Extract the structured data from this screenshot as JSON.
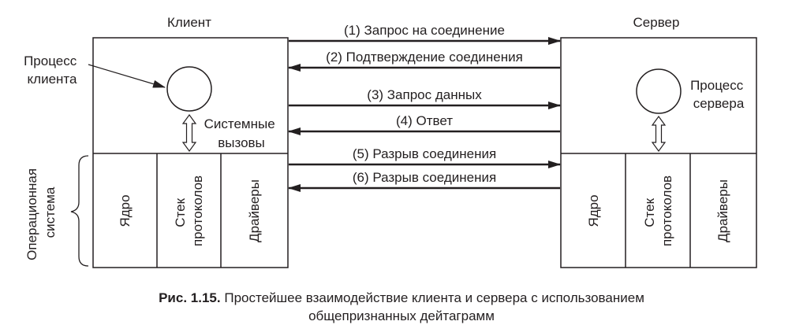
{
  "client": {
    "title": "Клиент",
    "process_label": [
      "Процесс",
      "клиента"
    ],
    "syscalls_label": [
      "Системные",
      "вызовы"
    ],
    "os_label": [
      "Операционная",
      "система"
    ],
    "columns": [
      {
        "lines": [
          "Ядро"
        ]
      },
      {
        "lines": [
          "Стек",
          "протоколов"
        ]
      },
      {
        "lines": [
          "Драйверы"
        ]
      }
    ]
  },
  "server": {
    "title": "Сервер",
    "process_label": [
      "Процесс",
      "сервера"
    ],
    "columns": [
      {
        "lines": [
          "Ядро"
        ]
      },
      {
        "lines": [
          "Стек",
          "протоколов"
        ]
      },
      {
        "lines": [
          "Драйверы"
        ]
      }
    ]
  },
  "messages": [
    {
      "label": "(1) Запрос на соединение",
      "direction": "to-server"
    },
    {
      "label": "(2) Подтверждение соединения",
      "direction": "to-client"
    },
    {
      "label": "(3) Запрос данных",
      "direction": "to-server"
    },
    {
      "label": "(4) Ответ",
      "direction": "to-client"
    },
    {
      "label": "(5) Разрыв соединения",
      "direction": "to-server"
    },
    {
      "label": "(6) Разрыв соединения",
      "direction": "to-client"
    }
  ],
  "caption": {
    "label": "Рис. 1.15.",
    "line1": "Простейшее взаимодействие клиента и сервера с использованием",
    "line2": "общепризнанных дейтаграмм"
  },
  "colors": {
    "ink": "#231f20",
    "background": "#ffffff"
  }
}
